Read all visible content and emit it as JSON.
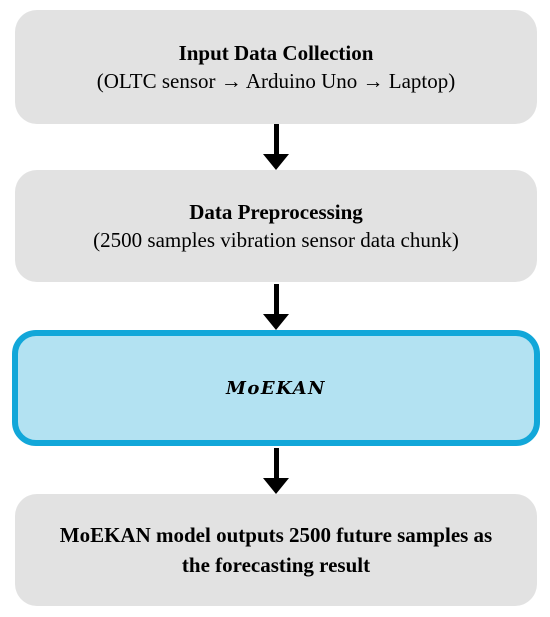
{
  "steps": {
    "input": {
      "title": "Input Data Collection",
      "detail": "(OLTC sensor → Arduino Uno → Laptop)"
    },
    "preprocessing": {
      "title": "Data Preprocessing",
      "detail": "(2500 samples vibration sensor data chunk)"
    },
    "model": {
      "label": "MoEKAN"
    },
    "output": {
      "line1": "MoEKAN model outputs 2500 future samples as",
      "line2": "the forecasting result"
    }
  },
  "colors": {
    "step_fill": "#e2e2e2",
    "model_fill": "#b3e2f2",
    "model_border": "#12a7d9",
    "arrow": "#000000"
  }
}
